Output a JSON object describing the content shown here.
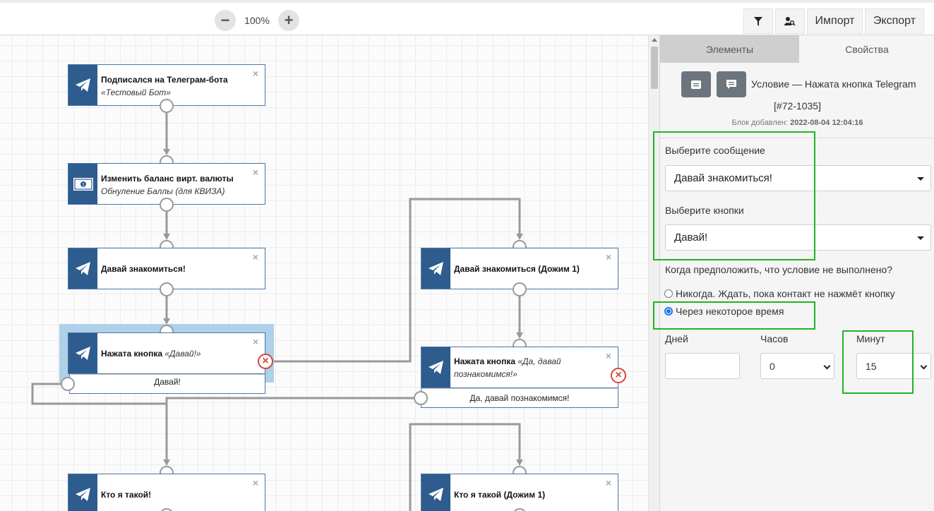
{
  "toolbar": {
    "zoom_out": "−",
    "zoom_in": "+",
    "zoom": "100%",
    "filter_icon": "filter-icon",
    "search_user_icon": "user-search-icon",
    "import_label": "Импорт",
    "export_label": "Экспорт"
  },
  "canvas": {
    "nodes": [
      {
        "id": "n1",
        "title": "Подписался на Телеграм-бота",
        "subtitle": "«Тестовый Бот»",
        "icon": "telegram-icon"
      },
      {
        "id": "n2",
        "title": "Изменить баланс вирт. валюты",
        "subtitle": "Обнуление Баллы (для КВИЗА)",
        "icon": "money-icon"
      },
      {
        "id": "n3",
        "title": "Давай знакомиться!",
        "icon": "telegram-icon"
      },
      {
        "id": "n4",
        "title": "Нажата кнопка",
        "subtitle": "«Давай!»",
        "button": "Давай!",
        "icon": "telegram-icon"
      },
      {
        "id": "n5",
        "title": "Давай знакомиться (Дожим 1)",
        "icon": "telegram-icon"
      },
      {
        "id": "n6",
        "title": "Нажата кнопка",
        "subtitle": "«Да, давай познакомимся!»",
        "button": "Да, давай познакомимся!",
        "icon": "telegram-icon"
      },
      {
        "id": "n7",
        "title": "Кто я такой!",
        "icon": "telegram-icon"
      },
      {
        "id": "n8",
        "title": "Кто я такой (Дожим 1)",
        "icon": "telegram-icon"
      }
    ],
    "close_glyph": "×",
    "delete_glyph": "×"
  },
  "panel": {
    "tabs": [
      "Элементы",
      "Свойства"
    ],
    "active_tab": "Свойства",
    "header_title": "Условие — Нажата кнопка Telegram",
    "header_id": "[#72-1035]",
    "added_label": "Блок добавлен:",
    "added_value": "2022-08-04 12:04:16",
    "message_label": "Выберите сообщение",
    "message_value": "Давай знакомиться!",
    "buttons_label": "Выберите кнопки",
    "buttons_value": "Давай!",
    "condition_question": "Когда предположить, что условие не выполнено?",
    "options": [
      "Никогда. Ждать, пока контакт не нажмёт кнопку",
      "Через некоторое время"
    ],
    "selected_option": "Через некоторое время",
    "days_label": "Дней",
    "days_value": "",
    "hours_label": "Часов",
    "hours_value": "0",
    "minutes_label": "Минут",
    "minutes_value": "15",
    "highlight_color": "#22b422",
    "accent_color": "#2e5c8e"
  }
}
